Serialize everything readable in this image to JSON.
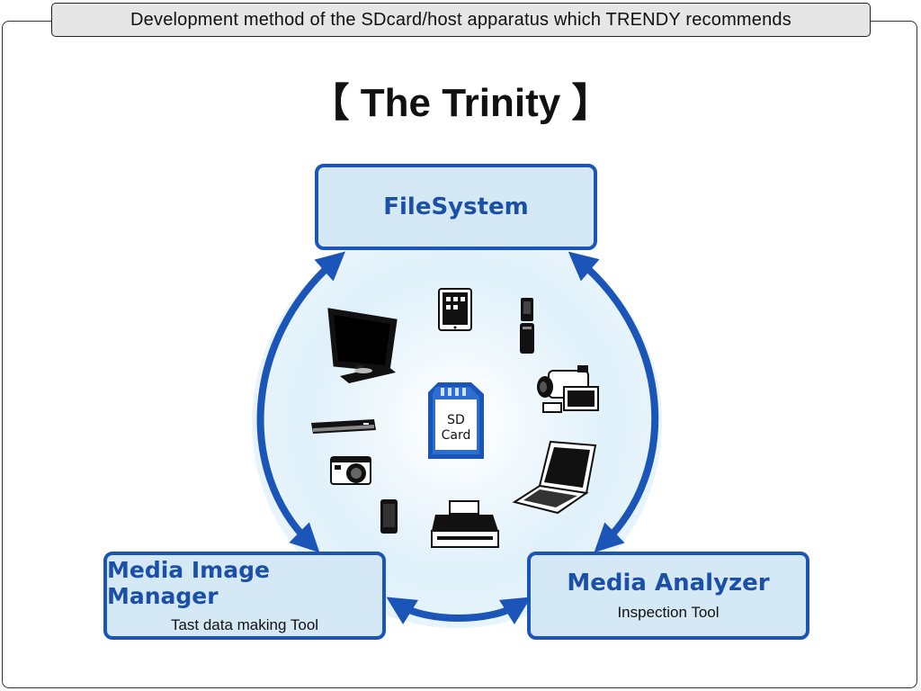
{
  "header": {
    "text": "Development method of the SDcard/host apparatus which TRENDY recommends"
  },
  "title": "【 The Trinity 】",
  "nodes": {
    "filesystem": {
      "name": "FileSystem"
    },
    "media_image_manager": {
      "name": "Media Image Manager",
      "subtitle": "Tast data making Tool"
    },
    "media_analyzer": {
      "name": "Media Analyzer",
      "subtitle": "Inspection Tool"
    }
  },
  "sd_card": {
    "line1": "SD",
    "line2": "Card"
  },
  "devices": [
    "monitor-icon",
    "tablet-icon",
    "flip-phone-icon",
    "camcorder-icon",
    "set-top-box-icon",
    "compact-camera-icon",
    "laptop-icon",
    "smartphone-icon",
    "printer-icon"
  ],
  "colors": {
    "accent": "#1b55b8",
    "box_fill": "#d5e8f5",
    "glow": "#e3f2fb"
  }
}
